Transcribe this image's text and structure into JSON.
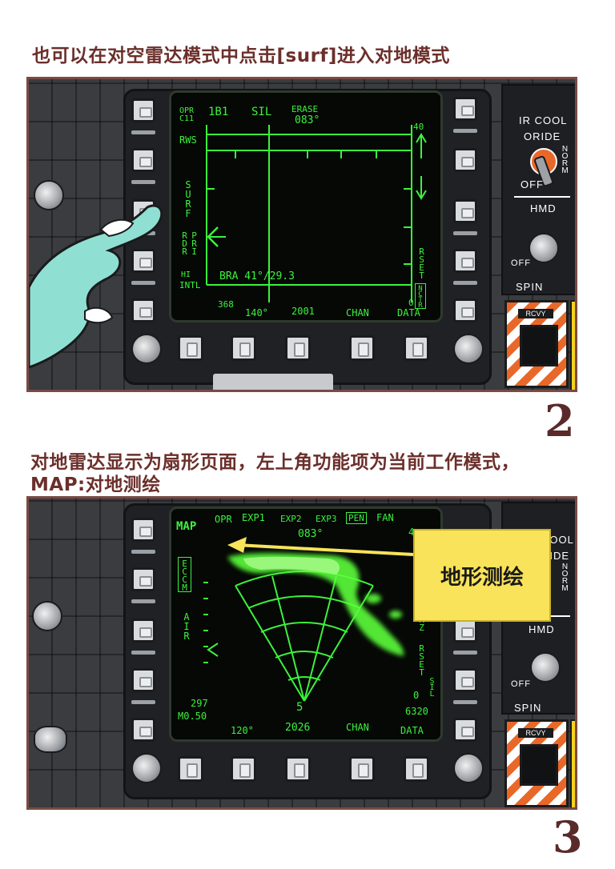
{
  "captions": {
    "step2": "也可以在对空雷达模式中点击[surf]进入对地模式",
    "step3_line1": "对地雷达显示为扇形页面，左上角功能项为当前工作模式，",
    "step3_line2": "MAP:对地测绘"
  },
  "step_numbers": {
    "step2": "2",
    "step3": "3"
  },
  "panel1": {
    "screen": {
      "opr": "OPR",
      "c11": "C11",
      "mode": "1B1",
      "sil": "SIL",
      "erase": "ERASE",
      "heading": "083°",
      "rws": "RWS",
      "surf": "SURF",
      "rdr": "RDR",
      "pri": "PRI",
      "hi": "HI",
      "intl": "INTL",
      "bra": "BRA 41°/29.3",
      "top_right": "40",
      "bottom_zero": "0",
      "rset": "RSET",
      "nctr": "NCTR",
      "alt_left": "368",
      "b_heading": "140°",
      "b_time": "2001",
      "chan": "CHAN",
      "data": "DATA"
    },
    "side": {
      "ir_cool": "IR COOL",
      "oride": "ORIDE",
      "norm": "NORM",
      "off": "OFF",
      "hmd": "HMD",
      "off2": "OFF",
      "spin": "SPIN",
      "rcvy": "RCVY"
    }
  },
  "panel2": {
    "screen": {
      "map": "MAP",
      "opr": "OPR",
      "exp1": "EXP1",
      "exp2": "EXP2",
      "exp3": "EXP3",
      "pen": "PEN",
      "fan": "FAN",
      "heading": "083°",
      "ecm": "ECCM",
      "air": "AIR",
      "rz": "RZ",
      "rset": "RSET",
      "sil": "SIL",
      "zero": "0",
      "top_right": "4",
      "alt_left": "297",
      "mach": "M0.50",
      "center_num": "5",
      "b_heading": "120°",
      "b_time": "2026",
      "chan": "CHAN",
      "data": "DATA",
      "r_value": "6320"
    },
    "side": {
      "ir_cool": "COOL",
      "oride": "RIDE",
      "norm": "NORM",
      "hmd": "HMD",
      "off": "OFF",
      "spin": "SPIN",
      "rcvy": "RCVY"
    },
    "annotation": "地形测绘"
  },
  "colors": {
    "caption": "#6b2f2b",
    "mfd_green": "#3cf23c",
    "annotation_bg": "#f9e35a",
    "hand": "#8fe0d2"
  }
}
